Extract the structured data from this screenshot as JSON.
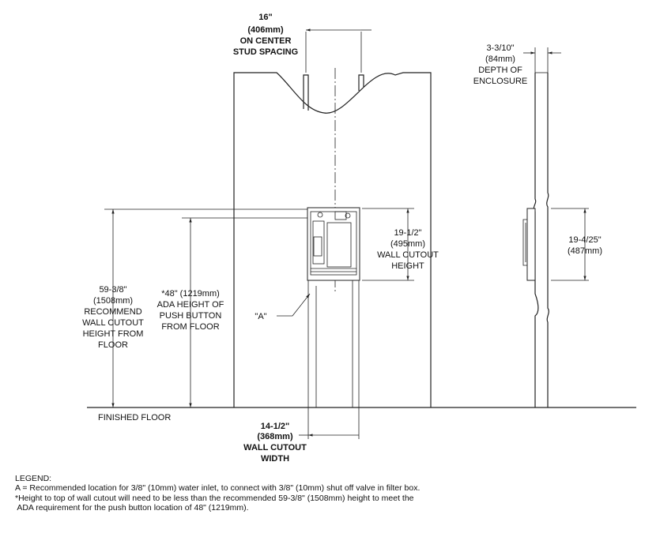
{
  "front_view": {
    "stud_spacing": {
      "imperial": "16\"",
      "metric": "(406mm)",
      "line1": "ON CENTER",
      "line2": "STUD SPACING"
    },
    "cutout_height": {
      "imperial": "19-1/2\"",
      "metric": "(495mm)",
      "line1": "WALL CUTOUT",
      "line2": "HEIGHT"
    },
    "recommend_height": {
      "imperial": "59-3/8\"",
      "metric": "(1508mm)",
      "line1": "RECOMMEND",
      "line2": "WALL CUTOUT",
      "line3": "HEIGHT FROM",
      "line4": "FLOOR"
    },
    "ada_height": {
      "line1": "*48\" (1219mm)",
      "line2": "ADA HEIGHT OF",
      "line3": "PUSH BUTTON",
      "line4": "FROM FLOOR"
    },
    "inlet_marker": "\"A\"",
    "floor_label": "FINISHED FLOOR",
    "cutout_width": {
      "imperial": "14-1/2\"",
      "metric": "(368mm)",
      "line1": "WALL CUTOUT",
      "line2": "WIDTH"
    }
  },
  "side_view": {
    "depth": {
      "imperial": "3-3/10\"",
      "metric": "(84mm)",
      "line1": "DEPTH OF",
      "line2": "ENCLOSURE"
    },
    "height": {
      "imperial": "19-4/25\"",
      "metric": "(487mm)"
    }
  },
  "legend": {
    "title": "LEGEND:",
    "line_a": "A = Recommended location for 3/8\" (10mm) water inlet, to connect with 3/8\" (10mm) shut off valve in filter box.",
    "note_line1": "*Height to top of wall cutout will need to be less than the recommended 59-3/8\" (1508mm) height to meet the",
    "note_line2": " ADA requirement for the push button location of 48\" (1219mm)."
  }
}
